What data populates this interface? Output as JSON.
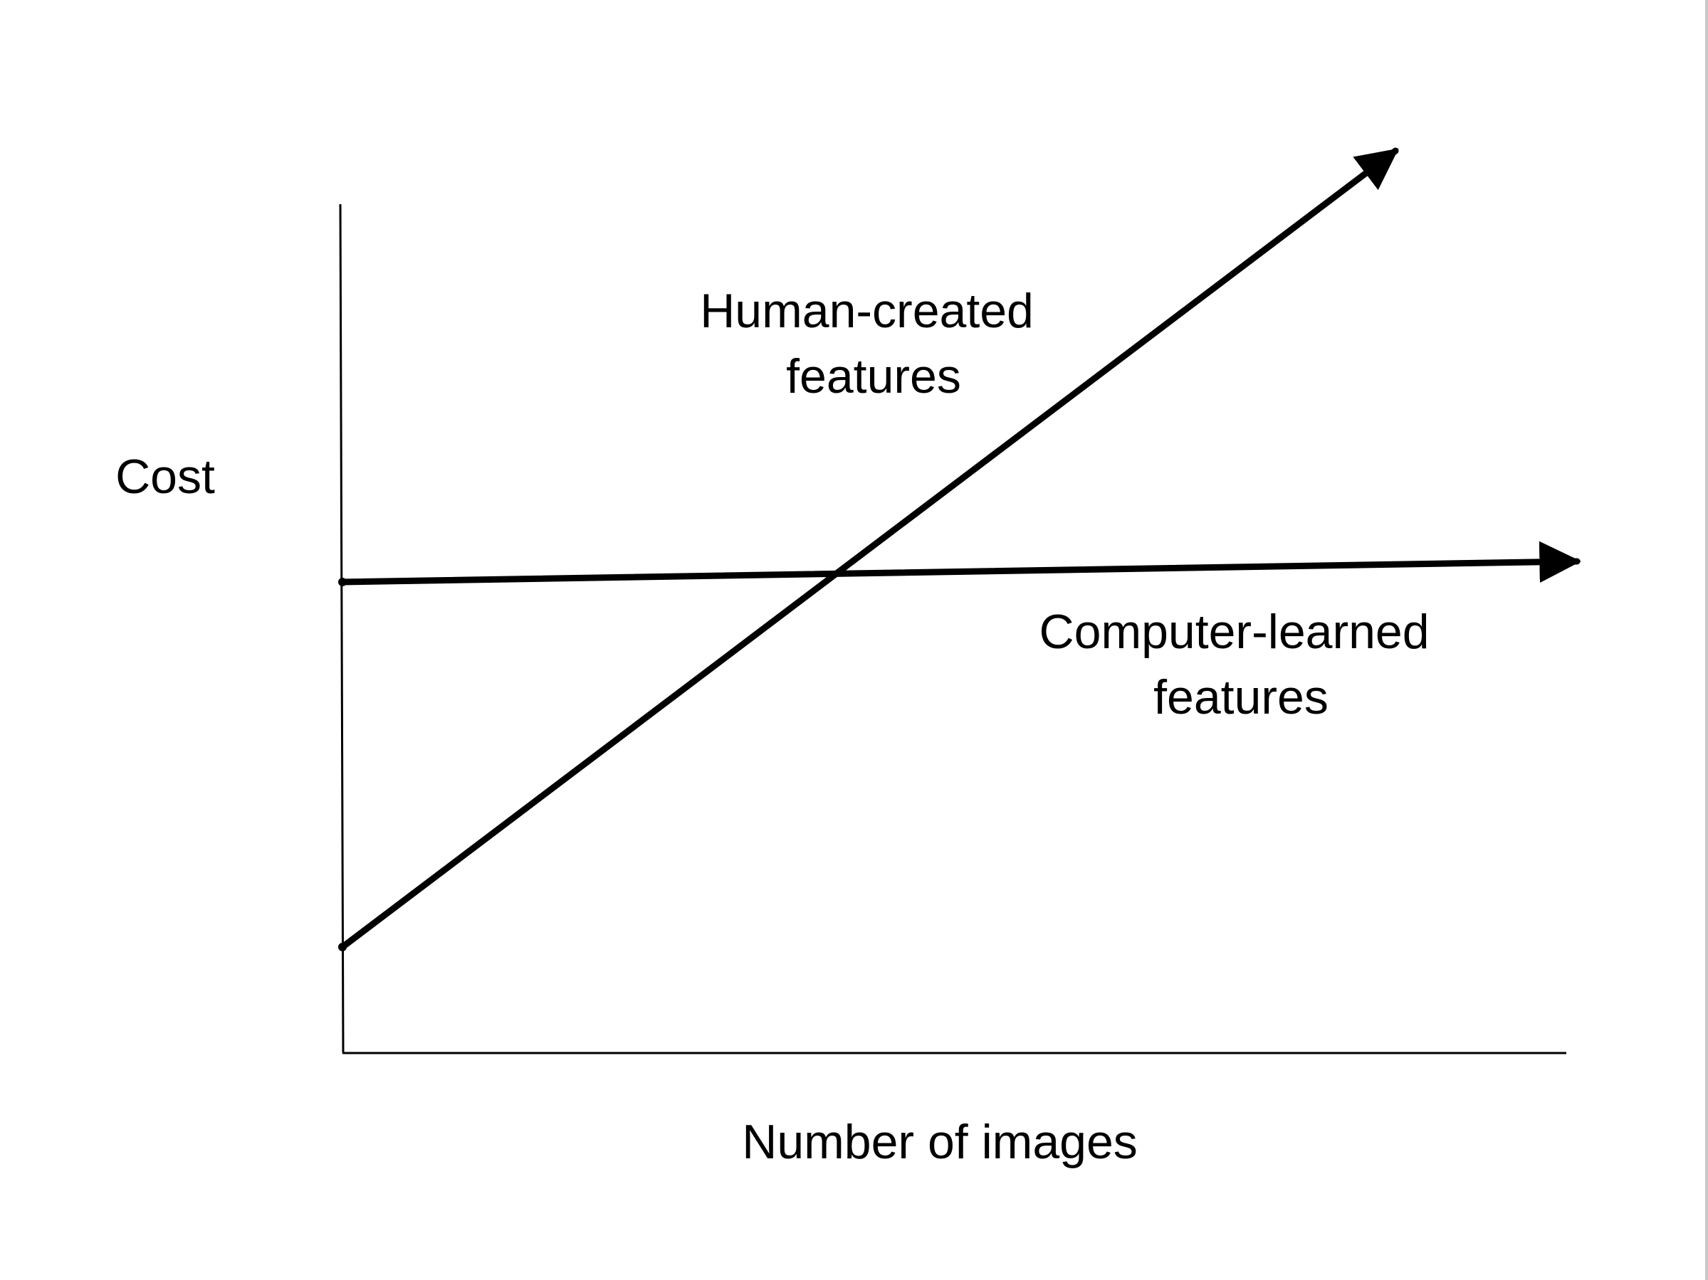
{
  "diagram": {
    "y_axis_label": "Cost",
    "x_axis_label": "Number of images",
    "lines": [
      {
        "name": "human-created-features",
        "label_lines": [
          "Human-created",
          "features"
        ]
      },
      {
        "name": "computer-learned-features",
        "label_lines": [
          "Computer-learned",
          "features"
        ]
      }
    ]
  },
  "colors": {
    "ink": "#000000",
    "background": "#ffffff",
    "edge": "#c8c8c8"
  }
}
